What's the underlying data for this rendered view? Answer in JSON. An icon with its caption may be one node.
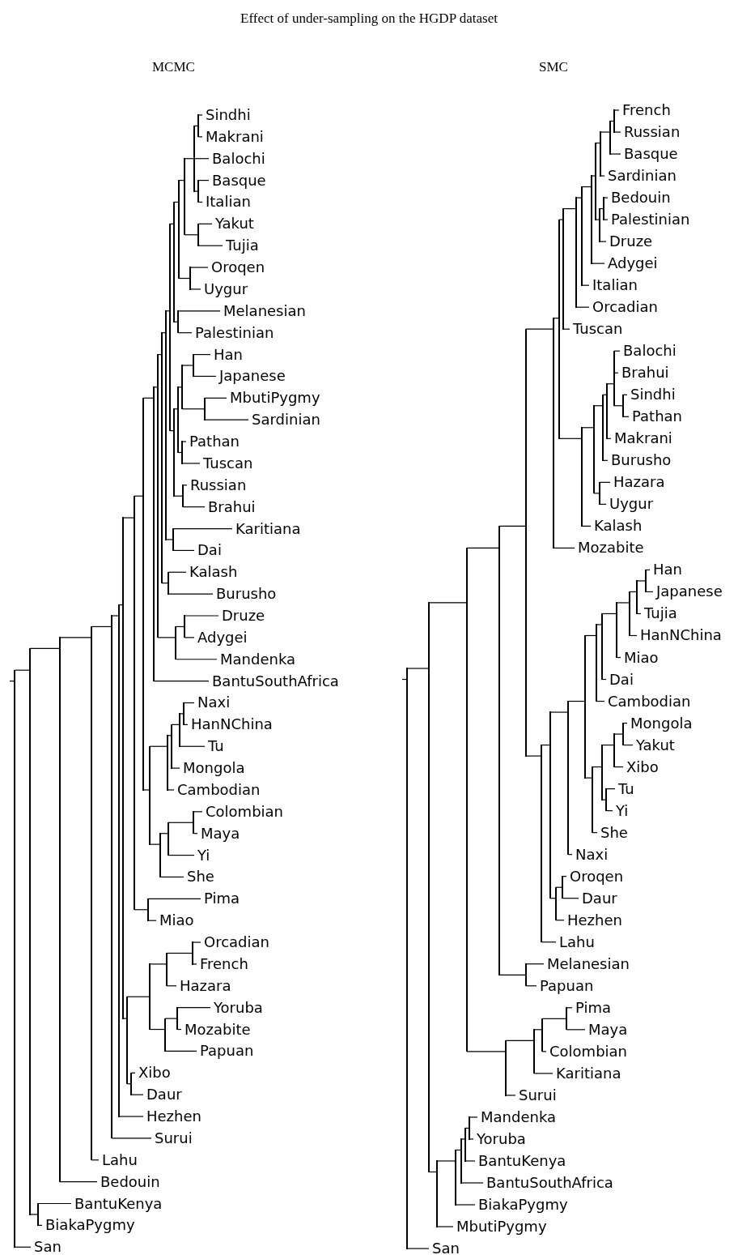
{
  "diagram": {
    "title": "Effect of under-sampling on the HGDP dataset",
    "nodes": [
      {
        "text": [],
        "shape": "bar"
      },
      {
        "text": [],
        "shape": "bar"
      },
      {
        "text": [],
        "shape": "bar"
      },
      {
        "text": [],
        "shape": "bar"
      },
      {
        "text": [],
        "shape": "bar"
      },
      {
        "text": [],
        "shape": "bar"
      },
      {
        "text": [],
        "shape": "bar"
      },
      {
        "text": [],
        "shape": "bar"
      },
      {
        "text": [],
        "shape": "bar"
      },
      {
        "text": [],
        "shape": "bar"
      },
      {
        "text": [],
        "shape": "bar"
      },
      {
        "text": [],
        "shape": "bar"
      },
      {
        "text": [],
        "shape": "bar"
      },
      {
        "text": [],
        "shape": "bar"
      },
      {
        "text": [],
        "shape": "bar"
      },
      {
        "text": [],
        "shape": "bar"
      },
      {
        "text": [],
        "shape": "bar"
      },
      {
        "text": [],
        "shape": "bar"
      },
      {
        "text": [],
        "shape": "bar"
      },
      {
        "text": [
          "Sindhi"
        ]
      },
      {
        "text": [
          "Makrani"
        ]
      },
      {
        "text": [
          "Balochi"
        ]
      },
      {
        "text": [],
        "shape": "bar"
      },
      {
        "text": [
          "Basque"
        ]
      },
      {
        "text": [
          "Italian"
        ]
      },
      {
        "text": [],
        "shape": "bar"
      },
      {
        "text": [
          "Yakut"
        ]
      },
      {
        "text": [
          "Tujia"
        ]
      },
      {
        "text": [],
        "shape": "bar"
      },
      {
        "text": [
          "Oroqen"
        ]
      },
      {
        "text": [
          "Uygur"
        ]
      },
      {
        "text": [],
        "shape": "bar"
      },
      {
        "text": [
          "Melanesian"
        ]
      },
      {
        "text": [
          "Palestinian"
        ]
      },
      {
        "text": [],
        "shape": "bar"
      },
      {
        "text": [],
        "shape": "bar"
      },
      {
        "text": [],
        "shape": "bar"
      },
      {
        "text": [],
        "shape": "bar"
      },
      {
        "text": [
          "Han"
        ]
      },
      {
        "text": [
          "Japanese"
        ]
      },
      {
        "text": [],
        "shape": "bar"
      },
      {
        "text": [
          "MbutiPygmy"
        ]
      },
      {
        "text": [
          "Sardinian"
        ]
      },
      {
        "text": [],
        "shape": "bar"
      },
      {
        "text": [
          "Pathan"
        ]
      },
      {
        "text": [
          "Tuscan"
        ]
      },
      {
        "text": [],
        "shape": "bar"
      },
      {
        "text": [
          "Russian"
        ]
      },
      {
        "text": [
          "Brahui"
        ]
      },
      {
        "text": [],
        "shape": "bar"
      },
      {
        "text": [
          "Karitiana"
        ]
      },
      {
        "text": [
          "Dai"
        ]
      },
      {
        "text": [],
        "shape": "bar"
      },
      {
        "text": [
          "Kalash"
        ]
      },
      {
        "text": [
          "Burusho"
        ]
      },
      {
        "text": [],
        "shape": "bar"
      },
      {
        "text": [],
        "shape": "bar"
      },
      {
        "text": [
          "Druze"
        ]
      },
      {
        "text": [
          "Adygei"
        ]
      },
      {
        "text": [
          "Mandenka"
        ]
      },
      {
        "text": [
          "BantuSouthAfrica"
        ]
      },
      {
        "text": [],
        "shape": "bar"
      },
      {
        "text": [],
        "shape": "bar"
      },
      {
        "text": [],
        "shape": "bar"
      },
      {
        "text": [],
        "shape": "bar"
      },
      {
        "text": [],
        "shape": "bar"
      },
      {
        "text": [
          "Naxi"
        ]
      },
      {
        "text": [
          "HanNChina"
        ]
      },
      {
        "text": [
          "Tu"
        ]
      },
      {
        "text": [
          "Mongola"
        ]
      },
      {
        "text": [
          "Cambodian"
        ]
      },
      {
        "text": [],
        "shape": "bar"
      },
      {
        "text": [],
        "shape": "bar"
      },
      {
        "text": [],
        "shape": "bar"
      },
      {
        "text": [
          "Colombian"
        ]
      },
      {
        "text": [
          "Maya"
        ]
      },
      {
        "text": [
          "Yi"
        ]
      },
      {
        "text": [
          "She"
        ]
      },
      {
        "text": [],
        "shape": "bar"
      },
      {
        "text": [
          "Pima"
        ]
      },
      {
        "text": [
          "Miao"
        ]
      },
      {
        "text": [],
        "shape": "bar"
      },
      {
        "text": [],
        "shape": "bar"
      },
      {
        "text": [],
        "shape": "bar"
      },
      {
        "text": [],
        "shape": "bar"
      },
      {
        "text": [
          "Orcadian"
        ]
      },
      {
        "text": [
          "French"
        ]
      },
      {
        "text": [
          "Hazara"
        ]
      },
      {
        "text": [],
        "shape": "bar"
      },
      {
        "text": [],
        "shape": "bar"
      },
      {
        "text": [
          "Yoruba"
        ]
      },
      {
        "text": [
          "Mozabite"
        ]
      },
      {
        "text": [
          "Papuan"
        ]
      },
      {
        "text": [],
        "shape": "bar"
      },
      {
        "text": [
          "Xibo"
        ]
      },
      {
        "text": [
          "Daur"
        ]
      },
      {
        "text": [
          "Hezhen"
        ]
      },
      {
        "text": [
          "Surui"
        ]
      },
      {
        "text": [
          "Lahu"
        ]
      },
      {
        "text": [
          "Bedouin"
        ]
      },
      {
        "text": [],
        "shape": "bar"
      },
      {
        "text": [
          "BantuKenya"
        ]
      },
      {
        "text": [
          "BiakaPygmy"
        ]
      },
      {
        "text": [
          "San"
        ]
      },
      {
        "text": [],
        "shape": "bar"
      },
      {
        "text": [],
        "shape": "bar"
      },
      {
        "text": [],
        "shape": "bar"
      },
      {
        "text": [],
        "shape": "bar"
      },
      {
        "text": [],
        "shape": "bar"
      },
      {
        "text": [],
        "shape": "bar"
      },
      {
        "text": [],
        "shape": "bar"
      },
      {
        "text": [],
        "shape": "bar"
      },
      {
        "text": [],
        "shape": "bar"
      },
      {
        "text": [],
        "shape": "bar"
      },
      {
        "text": [],
        "shape": "bar"
      },
      {
        "text": [],
        "shape": "bar"
      },
      {
        "text": [],
        "shape": "bar"
      },
      {
        "text": [],
        "shape": "bar"
      },
      {
        "text": [],
        "shape": "bar"
      },
      {
        "text": [
          "French"
        ]
      },
      {
        "text": [
          "Russian"
        ]
      },
      {
        "text": [
          "Basque"
        ]
      },
      {
        "text": [
          "Sardinian"
        ]
      },
      {
        "text": [],
        "shape": "bar"
      },
      {
        "text": [],
        "shape": "bar"
      },
      {
        "text": [
          "Bedouin"
        ]
      },
      {
        "text": [
          "Palestinian"
        ]
      },
      {
        "text": [
          "Druze"
        ]
      },
      {
        "text": [
          "Adygei"
        ]
      },
      {
        "text": [
          "Italian"
        ]
      },
      {
        "text": [
          "Orcadian"
        ]
      },
      {
        "text": [
          "Tuscan"
        ]
      },
      {
        "text": [],
        "shape": "bar"
      },
      {
        "text": [],
        "shape": "bar"
      },
      {
        "text": [],
        "shape": "bar"
      },
      {
        "text": [],
        "shape": "bar"
      },
      {
        "text": [],
        "shape": "bar"
      },
      {
        "text": [
          "Balochi"
        ]
      },
      {
        "text": [
          "Brahui"
        ]
      },
      {
        "text": [],
        "shape": "bar"
      },
      {
        "text": [
          "Sindhi"
        ]
      },
      {
        "text": [
          "Pathan"
        ]
      },
      {
        "text": [
          "Makrani"
        ]
      },
      {
        "text": [
          "Burusho"
        ]
      },
      {
        "text": [],
        "shape": "bar"
      },
      {
        "text": [
          "Hazara"
        ]
      },
      {
        "text": [
          "Uygur"
        ]
      },
      {
        "text": [
          "Kalash"
        ]
      },
      {
        "text": [
          "Mozabite"
        ]
      },
      {
        "text": [],
        "shape": "bar"
      },
      {
        "text": [],
        "shape": "bar"
      },
      {
        "text": [],
        "shape": "bar"
      },
      {
        "text": [],
        "shape": "bar"
      },
      {
        "text": [],
        "shape": "bar"
      },
      {
        "text": [],
        "shape": "bar"
      },
      {
        "text": [],
        "shape": "bar"
      },
      {
        "text": [],
        "shape": "bar"
      },
      {
        "text": [],
        "shape": "bar"
      },
      {
        "text": [],
        "shape": "bar"
      },
      {
        "text": [
          "Han"
        ]
      },
      {
        "text": [
          "Japanese"
        ]
      },
      {
        "text": [
          "Tujia"
        ]
      },
      {
        "text": [
          "HanNChina"
        ]
      },
      {
        "text": [
          "Miao"
        ]
      },
      {
        "text": [
          "Dai"
        ]
      },
      {
        "text": [
          "Cambodian"
        ]
      },
      {
        "text": [],
        "shape": "bar"
      },
      {
        "text": [],
        "shape": "bar"
      },
      {
        "text": [],
        "shape": "bar"
      },
      {
        "text": [],
        "shape": "bar"
      },
      {
        "text": [
          "Mongola"
        ]
      },
      {
        "text": [
          "Yakut"
        ]
      },
      {
        "text": [
          "Xibo"
        ]
      },
      {
        "text": [],
        "shape": "bar"
      },
      {
        "text": [
          "Tu"
        ]
      },
      {
        "text": [
          "Yi"
        ]
      },
      {
        "text": [
          "She"
        ]
      },
      {
        "text": [
          "Naxi"
        ]
      },
      {
        "text": [],
        "shape": "bar"
      },
      {
        "text": [],
        "shape": "bar"
      },
      {
        "text": [
          "Oroqen"
        ]
      },
      {
        "text": [
          "Daur"
        ]
      },
      {
        "text": [
          "Hezhen"
        ]
      },
      {
        "text": [
          "Lahu"
        ]
      },
      {
        "text": [],
        "shape": "bar"
      },
      {
        "text": [
          "Melanesian"
        ]
      },
      {
        "text": [
          "Papuan"
        ]
      },
      {
        "text": [],
        "shape": "bar"
      },
      {
        "text": [],
        "shape": "bar"
      },
      {
        "text": [],
        "shape": "bar"
      },
      {
        "text": [],
        "shape": "bar"
      },
      {
        "text": [
          "Pima"
        ]
      },
      {
        "text": [
          "Maya"
        ]
      },
      {
        "text": [
          "Colombian"
        ]
      },
      {
        "text": [
          "Karitiana"
        ]
      },
      {
        "text": [
          "Surui"
        ]
      },
      {
        "text": [],
        "shape": "bar"
      },
      {
        "text": [],
        "shape": "bar"
      },
      {
        "text": [],
        "shape": "bar"
      },
      {
        "text": [],
        "shape": "bar"
      },
      {
        "text": [],
        "shape": "bar"
      },
      {
        "text": [
          "Mandenka"
        ]
      },
      {
        "text": [
          "Yoruba"
        ]
      },
      {
        "text": [
          "BantuKenya"
        ]
      },
      {
        "text": [
          "BantuSouthAfrica"
        ]
      },
      {
        "text": [
          "BiakaPygmy"
        ]
      },
      {
        "text": [
          "MbutiPygmy"
        ]
      },
      {
        "text": [
          "San"
        ]
      }
    ],
    "edges": [
      {
        "from": null,
        "to": 0,
        "arrow": "none"
      },
      {
        "from": 0,
        "to": 1,
        "arrow": "none"
      },
      {
        "from": 0,
        "to": 103,
        "arrow": "none"
      },
      {
        "from": 1,
        "to": 2,
        "arrow": "none"
      },
      {
        "from": 1,
        "to": 100,
        "arrow": "none"
      },
      {
        "from": 2,
        "to": 3,
        "arrow": "none"
      },
      {
        "from": 2,
        "to": 99,
        "arrow": "none"
      },
      {
        "from": 3,
        "to": 4,
        "arrow": "none"
      },
      {
        "from": 3,
        "to": 98,
        "arrow": "none"
      },
      {
        "from": 4,
        "to": 5,
        "arrow": "none"
      },
      {
        "from": 4,
        "to": 97,
        "arrow": "none"
      },
      {
        "from": 5,
        "to": 6,
        "arrow": "none"
      },
      {
        "from": 5,
        "to": 96,
        "arrow": "none"
      },
      {
        "from": 6,
        "to": 7,
        "arrow": "none"
      },
      {
        "from": 6,
        "to": 81,
        "arrow": "none"
      },
      {
        "from": 7,
        "to": 8,
        "arrow": "none"
      },
      {
        "from": 7,
        "to": 78,
        "arrow": "none"
      },
      {
        "from": 8,
        "to": 9,
        "arrow": "none"
      },
      {
        "from": 8,
        "to": 61,
        "arrow": "none"
      },
      {
        "from": 9,
        "to": 10,
        "arrow": "none"
      },
      {
        "from": 9,
        "to": 60,
        "arrow": "none"
      },
      {
        "from": 10,
        "to": 11,
        "arrow": "none"
      },
      {
        "from": 10,
        "to": 55,
        "arrow": "none"
      },
      {
        "from": 11,
        "to": 12,
        "arrow": "none"
      },
      {
        "from": 11,
        "to": 52,
        "arrow": "none"
      },
      {
        "from": 12,
        "to": 13,
        "arrow": "none"
      },
      {
        "from": 12,
        "to": 49,
        "arrow": "none"
      },
      {
        "from": 13,
        "to": 14,
        "arrow": "none"
      },
      {
        "from": 13,
        "to": 34,
        "arrow": "none"
      },
      {
        "from": 14,
        "to": 15,
        "arrow": "none"
      },
      {
        "from": 14,
        "to": 31,
        "arrow": "none"
      },
      {
        "from": 15,
        "to": 16,
        "arrow": "none"
      },
      {
        "from": 15,
        "to": 28,
        "arrow": "none"
      },
      {
        "from": 16,
        "to": 17,
        "arrow": "none"
      },
      {
        "from": 16,
        "to": 25,
        "arrow": "none"
      },
      {
        "from": 17,
        "to": 18,
        "arrow": "none"
      },
      {
        "from": 17,
        "to": 21,
        "arrow": "none"
      },
      {
        "from": 17,
        "to": 22,
        "arrow": "none"
      },
      {
        "from": 18,
        "to": 19,
        "arrow": "none"
      },
      {
        "from": 18,
        "to": 20,
        "arrow": "none"
      },
      {
        "from": 22,
        "to": 23,
        "arrow": "none"
      },
      {
        "from": 22,
        "to": 24,
        "arrow": "none"
      },
      {
        "from": 25,
        "to": 26,
        "arrow": "none"
      },
      {
        "from": 25,
        "to": 27,
        "arrow": "none"
      },
      {
        "from": 28,
        "to": 29,
        "arrow": "none"
      },
      {
        "from": 28,
        "to": 30,
        "arrow": "none"
      },
      {
        "from": 31,
        "to": 32,
        "arrow": "none"
      },
      {
        "from": 31,
        "to": 33,
        "arrow": "none"
      },
      {
        "from": 34,
        "to": 35,
        "arrow": "none"
      },
      {
        "from": 34,
        "to": 46,
        "arrow": "none"
      },
      {
        "from": 35,
        "to": 36,
        "arrow": "none"
      },
      {
        "from": 35,
        "to": 43,
        "arrow": "none"
      },
      {
        "from": 36,
        "to": 37,
        "arrow": "none"
      },
      {
        "from": 36,
        "to": 40,
        "arrow": "none"
      },
      {
        "from": 37,
        "to": 38,
        "arrow": "none"
      },
      {
        "from": 37,
        "to": 39,
        "arrow": "none"
      },
      {
        "from": 40,
        "to": 41,
        "arrow": "none"
      },
      {
        "from": 40,
        "to": 42,
        "arrow": "none"
      },
      {
        "from": 43,
        "to": 44,
        "arrow": "none"
      },
      {
        "from": 43,
        "to": 45,
        "arrow": "none"
      },
      {
        "from": 46,
        "to": 47,
        "arrow": "none"
      },
      {
        "from": 46,
        "to": 48,
        "arrow": "none"
      },
      {
        "from": 49,
        "to": 50,
        "arrow": "none"
      },
      {
        "from": 49,
        "to": 51,
        "arrow": "none"
      },
      {
        "from": 52,
        "to": 53,
        "arrow": "none"
      },
      {
        "from": 52,
        "to": 54,
        "arrow": "none"
      },
      {
        "from": 55,
        "to": 56,
        "arrow": "none"
      },
      {
        "from": 55,
        "to": 59,
        "arrow": "none"
      },
      {
        "from": 56,
        "to": 57,
        "arrow": "none"
      },
      {
        "from": 56,
        "to": 58,
        "arrow": "none"
      },
      {
        "from": 61,
        "to": 62,
        "arrow": "none"
      },
      {
        "from": 61,
        "to": 71,
        "arrow": "none"
      },
      {
        "from": 62,
        "to": 63,
        "arrow": "none"
      },
      {
        "from": 62,
        "to": 70,
        "arrow": "none"
      },
      {
        "from": 63,
        "to": 64,
        "arrow": "none"
      },
      {
        "from": 63,
        "to": 69,
        "arrow": "none"
      },
      {
        "from": 64,
        "to": 65,
        "arrow": "none"
      },
      {
        "from": 64,
        "to": 68,
        "arrow": "none"
      },
      {
        "from": 65,
        "to": 66,
        "arrow": "none"
      },
      {
        "from": 65,
        "to": 67,
        "arrow": "none"
      },
      {
        "from": 71,
        "to": 72,
        "arrow": "none"
      },
      {
        "from": 71,
        "to": 77,
        "arrow": "none"
      },
      {
        "from": 72,
        "to": 73,
        "arrow": "none"
      },
      {
        "from": 72,
        "to": 76,
        "arrow": "none"
      },
      {
        "from": 73,
        "to": 74,
        "arrow": "none"
      },
      {
        "from": 73,
        "to": 75,
        "arrow": "none"
      },
      {
        "from": 78,
        "to": 79,
        "arrow": "none"
      },
      {
        "from": 78,
        "to": 80,
        "arrow": "none"
      },
      {
        "from": 81,
        "to": 82,
        "arrow": "none"
      },
      {
        "from": 81,
        "to": 93,
        "arrow": "none"
      },
      {
        "from": 82,
        "to": 83,
        "arrow": "none"
      },
      {
        "from": 82,
        "to": 88,
        "arrow": "none"
      },
      {
        "from": 83,
        "to": 84,
        "arrow": "none"
      },
      {
        "from": 83,
        "to": 87,
        "arrow": "none"
      },
      {
        "from": 84,
        "to": 85,
        "arrow": "none"
      },
      {
        "from": 84,
        "to": 86,
        "arrow": "none"
      },
      {
        "from": 88,
        "to": 89,
        "arrow": "none"
      },
      {
        "from": 88,
        "to": 92,
        "arrow": "none"
      },
      {
        "from": 89,
        "to": 90,
        "arrow": "none"
      },
      {
        "from": 89,
        "to": 91,
        "arrow": "none"
      },
      {
        "from": 93,
        "to": 94,
        "arrow": "none"
      },
      {
        "from": 93,
        "to": 95,
        "arrow": "none"
      },
      {
        "from": 100,
        "to": 101,
        "arrow": "none"
      },
      {
        "from": 100,
        "to": 102,
        "arrow": "none"
      },
      {
        "from": null,
        "to": 104,
        "arrow": "none"
      },
      {
        "from": 104,
        "to": 105,
        "arrow": "none"
      },
      {
        "from": 104,
        "to": 207,
        "arrow": "none"
      },
      {
        "from": 105,
        "to": 106,
        "arrow": "none"
      },
      {
        "from": 105,
        "to": 196,
        "arrow": "none"
      },
      {
        "from": 106,
        "to": 107,
        "arrow": "none"
      },
      {
        "from": 106,
        "to": 187,
        "arrow": "none"
      },
      {
        "from": 107,
        "to": 108,
        "arrow": "none"
      },
      {
        "from": 107,
        "to": 184,
        "arrow": "none"
      },
      {
        "from": 108,
        "to": 109,
        "arrow": "none"
      },
      {
        "from": 108,
        "to": 149,
        "arrow": "none"
      },
      {
        "from": 109,
        "to": 110,
        "arrow": "none"
      },
      {
        "from": 109,
        "to": 148,
        "arrow": "none"
      },
      {
        "from": 110,
        "to": 111,
        "arrow": "none"
      },
      {
        "from": 110,
        "to": 132,
        "arrow": "none"
      },
      {
        "from": 111,
        "to": 112,
        "arrow": "none"
      },
      {
        "from": 111,
        "to": 131,
        "arrow": "none"
      },
      {
        "from": 112,
        "to": 113,
        "arrow": "none"
      },
      {
        "from": 112,
        "to": 130,
        "arrow": "none"
      },
      {
        "from": 113,
        "to": 114,
        "arrow": "none"
      },
      {
        "from": 113,
        "to": 129,
        "arrow": "none"
      },
      {
        "from": 114,
        "to": 115,
        "arrow": "none"
      },
      {
        "from": 114,
        "to": 128,
        "arrow": "none"
      },
      {
        "from": 115,
        "to": 116,
        "arrow": "none"
      },
      {
        "from": 115,
        "to": 123,
        "arrow": "none"
      },
      {
        "from": 116,
        "to": 117,
        "arrow": "none"
      },
      {
        "from": 116,
        "to": 122,
        "arrow": "none"
      },
      {
        "from": 117,
        "to": 118,
        "arrow": "none"
      },
      {
        "from": 117,
        "to": 121,
        "arrow": "none"
      },
      {
        "from": 118,
        "to": 119,
        "arrow": "none"
      },
      {
        "from": 118,
        "to": 120,
        "arrow": "none"
      },
      {
        "from": 123,
        "to": 124,
        "arrow": "none"
      },
      {
        "from": 123,
        "to": 127,
        "arrow": "none"
      },
      {
        "from": 124,
        "to": 125,
        "arrow": "none"
      },
      {
        "from": 124,
        "to": 126,
        "arrow": "none"
      },
      {
        "from": 132,
        "to": 133,
        "arrow": "none"
      },
      {
        "from": 132,
        "to": 147,
        "arrow": "none"
      },
      {
        "from": 133,
        "to": 134,
        "arrow": "none"
      },
      {
        "from": 133,
        "to": 144,
        "arrow": "none"
      },
      {
        "from": 134,
        "to": 135,
        "arrow": "none"
      },
      {
        "from": 134,
        "to": 143,
        "arrow": "none"
      },
      {
        "from": 135,
        "to": 136,
        "arrow": "none"
      },
      {
        "from": 135,
        "to": 142,
        "arrow": "none"
      },
      {
        "from": 136,
        "to": 137,
        "arrow": "none"
      },
      {
        "from": 136,
        "to": 138,
        "arrow": "none"
      },
      {
        "from": 136,
        "to": 139,
        "arrow": "none"
      },
      {
        "from": 139,
        "to": 140,
        "arrow": "none"
      },
      {
        "from": 139,
        "to": 141,
        "arrow": "none"
      },
      {
        "from": 144,
        "to": 145,
        "arrow": "none"
      },
      {
        "from": 144,
        "to": 146,
        "arrow": "none"
      },
      {
        "from": 149,
        "to": 150,
        "arrow": "none"
      },
      {
        "from": 149,
        "to": 183,
        "arrow": "none"
      },
      {
        "from": 150,
        "to": 151,
        "arrow": "none"
      },
      {
        "from": 150,
        "to": 178,
        "arrow": "none"
      },
      {
        "from": 151,
        "to": 152,
        "arrow": "none"
      },
      {
        "from": 151,
        "to": 177,
        "arrow": "none"
      },
      {
        "from": 152,
        "to": 153,
        "arrow": "none"
      },
      {
        "from": 152,
        "to": 166,
        "arrow": "none"
      },
      {
        "from": 153,
        "to": 154,
        "arrow": "none"
      },
      {
        "from": 153,
        "to": 165,
        "arrow": "none"
      },
      {
        "from": 154,
        "to": 155,
        "arrow": "none"
      },
      {
        "from": 154,
        "to": 164,
        "arrow": "none"
      },
      {
        "from": 155,
        "to": 156,
        "arrow": "none"
      },
      {
        "from": 155,
        "to": 163,
        "arrow": "none"
      },
      {
        "from": 156,
        "to": 157,
        "arrow": "none"
      },
      {
        "from": 156,
        "to": 162,
        "arrow": "none"
      },
      {
        "from": 157,
        "to": 158,
        "arrow": "none"
      },
      {
        "from": 157,
        "to": 161,
        "arrow": "none"
      },
      {
        "from": 158,
        "to": 159,
        "arrow": "none"
      },
      {
        "from": 158,
        "to": 160,
        "arrow": "none"
      },
      {
        "from": 166,
        "to": 167,
        "arrow": "none"
      },
      {
        "from": 166,
        "to": 176,
        "arrow": "none"
      },
      {
        "from": 167,
        "to": 168,
        "arrow": "none"
      },
      {
        "from": 167,
        "to": 173,
        "arrow": "none"
      },
      {
        "from": 168,
        "to": 169,
        "arrow": "none"
      },
      {
        "from": 168,
        "to": 172,
        "arrow": "none"
      },
      {
        "from": 169,
        "to": 170,
        "arrow": "none"
      },
      {
        "from": 169,
        "to": 171,
        "arrow": "none"
      },
      {
        "from": 173,
        "to": 174,
        "arrow": "none"
      },
      {
        "from": 173,
        "to": 175,
        "arrow": "none"
      },
      {
        "from": 178,
        "to": 179,
        "arrow": "none"
      },
      {
        "from": 178,
        "to": 182,
        "arrow": "none"
      },
      {
        "from": 179,
        "to": 180,
        "arrow": "none"
      },
      {
        "from": 179,
        "to": 181,
        "arrow": "none"
      },
      {
        "from": 184,
        "to": 185,
        "arrow": "none"
      },
      {
        "from": 184,
        "to": 186,
        "arrow": "none"
      },
      {
        "from": 187,
        "to": 188,
        "arrow": "none"
      },
      {
        "from": 187,
        "to": 195,
        "arrow": "none"
      },
      {
        "from": 188,
        "to": 189,
        "arrow": "none"
      },
      {
        "from": 188,
        "to": 194,
        "arrow": "none"
      },
      {
        "from": 189,
        "to": 190,
        "arrow": "none"
      },
      {
        "from": 189,
        "to": 193,
        "arrow": "none"
      },
      {
        "from": 190,
        "to": 191,
        "arrow": "none"
      },
      {
        "from": 190,
        "to": 192,
        "arrow": "none"
      },
      {
        "from": 196,
        "to": 197,
        "arrow": "none"
      },
      {
        "from": 196,
        "to": 206,
        "arrow": "none"
      },
      {
        "from": 197,
        "to": 198,
        "arrow": "none"
      },
      {
        "from": 197,
        "to": 205,
        "arrow": "none"
      },
      {
        "from": 198,
        "to": 199,
        "arrow": "none"
      },
      {
        "from": 198,
        "to": 204,
        "arrow": "none"
      },
      {
        "from": 199,
        "to": 200,
        "arrow": "none"
      },
      {
        "from": 199,
        "to": 203,
        "arrow": "none"
      },
      {
        "from": 200,
        "to": 201,
        "arrow": "none"
      },
      {
        "from": 200,
        "to": 202,
        "arrow": "none"
      }
    ],
    "labels": [
      "MCMC",
      "SMC"
    ]
  }
}
